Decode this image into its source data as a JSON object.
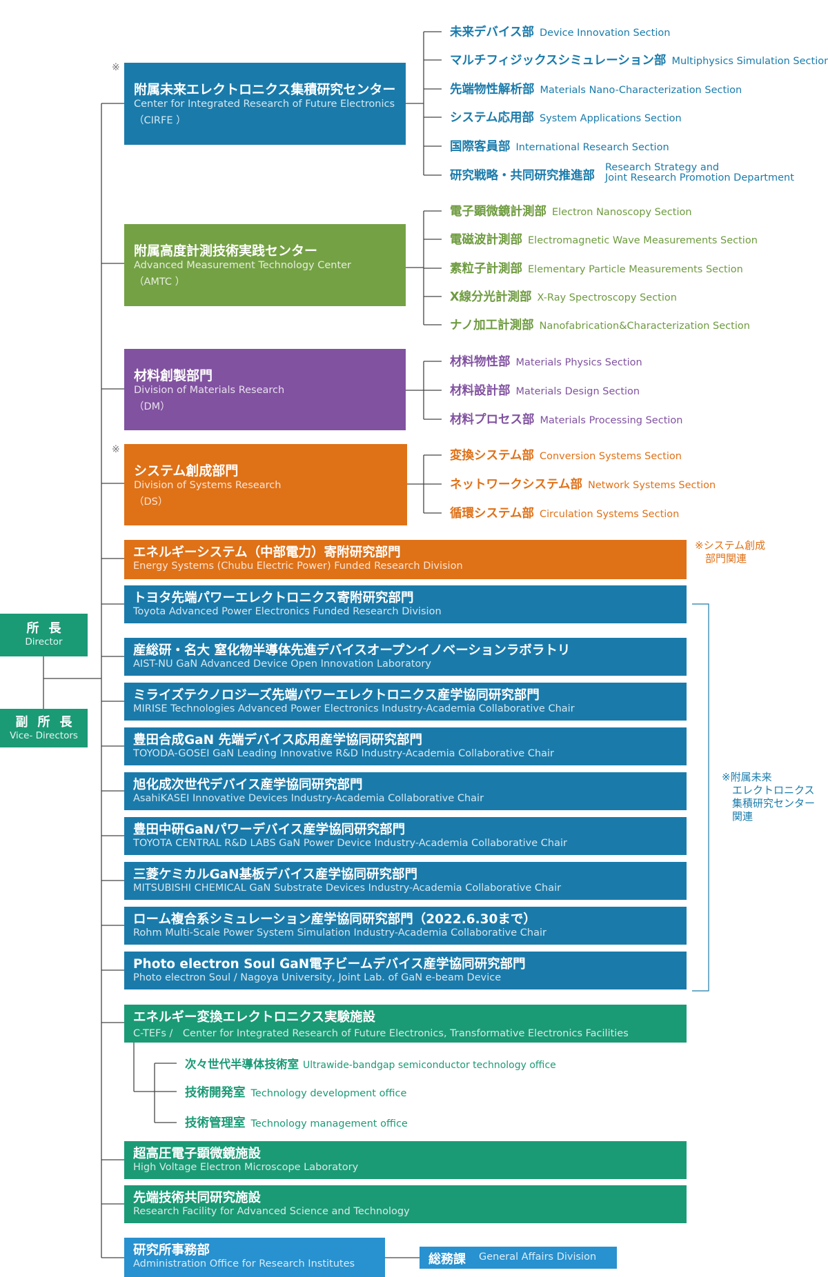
{
  "director": {
    "jp": "所長",
    "en": "Director"
  },
  "vice_directors": {
    "jp": "副所長",
    "en": "Vice- Directors"
  },
  "marker": "※",
  "cirfe": {
    "jp": "附属未来エレクトロニクス集積研究センター",
    "en": "Center for Integrated Research of Future Electronics",
    "abbr": "（CIRFE ）",
    "sections": [
      {
        "jp": "未来デバイス部",
        "en": "Device Innovation Section"
      },
      {
        "jp": "マルチフィジックスシミュレーション部",
        "en": "Multiphysics Simulation Section"
      },
      {
        "jp": "先端物性解析部",
        "en": "Materials Nano-Characterization Section"
      },
      {
        "jp": "システム応用部",
        "en": "System Applications Section"
      },
      {
        "jp": "国際客員部",
        "en": "International Research Section"
      },
      {
        "jp": "研究戦略・共同研究推進部",
        "en1": "Research Strategy and",
        "en2": "Joint Research Promotion Department"
      }
    ]
  },
  "amtc": {
    "jp": "附属高度計測技術実践センター",
    "en": "Advanced Measurement Technology Center",
    "abbr": "（AMTC ）",
    "sections": [
      {
        "jp": "電子顕微鏡計測部",
        "en": "Electron Nanoscopy Section"
      },
      {
        "jp": "電磁波計測部",
        "en": "Electromagnetic Wave Measurements Section"
      },
      {
        "jp": "素粒子計測部",
        "en": "Elementary Particle Measurements Section"
      },
      {
        "jp": "X線分光計測部",
        "en": "X-Ray Spectroscopy Section"
      },
      {
        "jp": "ナノ加工計測部",
        "en": "Nanofabrication&Characterization Section"
      }
    ]
  },
  "dm": {
    "jp": "材料創製部門",
    "en": "Division of Materials Research",
    "abbr": "（DM）",
    "sections": [
      {
        "jp": "材料物性部",
        "en": "Materials Physics Section"
      },
      {
        "jp": "材料設計部",
        "en": "Materials Design Section"
      },
      {
        "jp": "材料プロセス部",
        "en": "Materials Processing Section"
      }
    ]
  },
  "ds": {
    "jp": "システム創成部門",
    "en": "Division of Systems Research",
    "abbr": "（DS）",
    "sections": [
      {
        "jp": "変換システム部",
        "en": "Conversion Systems Section"
      },
      {
        "jp": "ネットワークシステム部",
        "en": "Network Systems Section"
      },
      {
        "jp": "循環システム部",
        "en": "Circulation Systems Section"
      }
    ]
  },
  "energy_division": {
    "jp": "エネルギーシステム（中部電力）寄附研究部門",
    "en": "Energy Systems (Chubu Electric Power) Funded Research Division"
  },
  "note_ds": "※システム創成\n　部門関連",
  "collab_units": [
    {
      "jp": "トヨタ先端パワーエレクトロニクス寄附研究部門",
      "en": "Toyota Advanced Power Electronics Funded Research Division"
    },
    {
      "jp": "産総研・名大 窒化物半導体先進デバイスオープンイノベーションラボラトリ",
      "en": "AIST-NU GaN Advanced Device Open Innovation Laboratory"
    },
    {
      "jp": "ミライズテクノロジーズ先端パワーエレクトロニクス産学協同研究部門",
      "en": "MIRISE Technologies Advanced Power Electronics Industry-Academia Collaborative Chair"
    },
    {
      "jp": "豊田合成GaN 先端デバイス応用産学協同研究部門",
      "en": "TOYODA-GOSEI GaN Leading Innovative R&D Industry-Academia Collaborative Chair"
    },
    {
      "jp": "旭化成次世代デバイス産学協同研究部門",
      "en": "AsahiKASEI Innovative Devices Industry-Academia Collaborative Chair"
    },
    {
      "jp": "豊田中研GaNパワーデバイス産学協同研究部門",
      "en": "TOYOTA CENTRAL R&D LABS GaN Power Device Industry-Academia Collaborative Chair"
    },
    {
      "jp": "三菱ケミカルGaN基板デバイス産学協同研究部門",
      "en": "MITSUBISHI CHEMICAL GaN Substrate Devices Industry-Academia Collaborative Chair"
    },
    {
      "jp": "ローム複合系シミュレーション産学協同研究部門（2022.6.30まで）",
      "en": "Rohm Multi-Scale Power System Simulation Industry-Academia Collaborative Chair"
    },
    {
      "jp": "Photo electron Soul GaN電子ビームデバイス産学協同研究部門",
      "en": "Photo electron Soul / Nagoya University, Joint Lab. of GaN e-beam Device"
    }
  ],
  "note_cirfe": "※附属未来\n　エレクトロニクス\n　集積研究センター\n　関連",
  "ctefs": {
    "jp": "エネルギー変換エレクトロニクス実験施設",
    "en": "C-TEFs /　Center for Integrated Research of Future Electronics, Transformative Electronics Facilities",
    "offices": [
      {
        "jp": "次々世代半導体技術室",
        "en": "Ultrawide-bandgap semiconductor technology office"
      },
      {
        "jp": "技術開発室",
        "en": "Technology development office"
      },
      {
        "jp": "技術管理室",
        "en": "Technology management office"
      }
    ]
  },
  "hvem": {
    "jp": "超高圧電子顕微鏡施設",
    "en": "High Voltage Electron Microscope Laboratory"
  },
  "rfast": {
    "jp": "先端技術共同研究施設",
    "en": "Research Facility for Advanced Science and Technology"
  },
  "admin": {
    "jp": "研究所事務部",
    "en": "Administration Office for Research Institutes"
  },
  "general_affairs": {
    "jp": "総務課",
    "en": "General Affairs Division"
  },
  "colors": {
    "blue": "#1a7bab",
    "green": "#74a144",
    "purple": "#8152a0",
    "orange": "#df7117",
    "teal": "#1b9a76",
    "lightblue": "#2891cf",
    "line": "#444444"
  }
}
